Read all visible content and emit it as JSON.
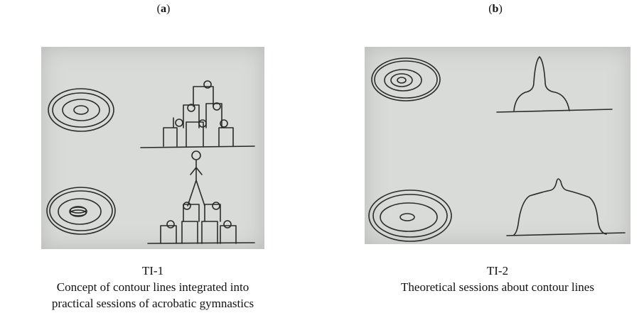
{
  "figure": {
    "panel_a": {
      "tag_open": "(",
      "tag_letter": "a",
      "tag_close": ")",
      "caption_title": "TI-1",
      "caption_line1": "Concept of contour lines integrated into",
      "caption_line2": "practical sessions of acrobatic gymnastics"
    },
    "panel_b": {
      "tag_open": "(",
      "tag_letter": "b",
      "tag_close": ")",
      "caption_title": "TI-2",
      "caption_line1": "Theoretical sessions about contour lines"
    }
  }
}
